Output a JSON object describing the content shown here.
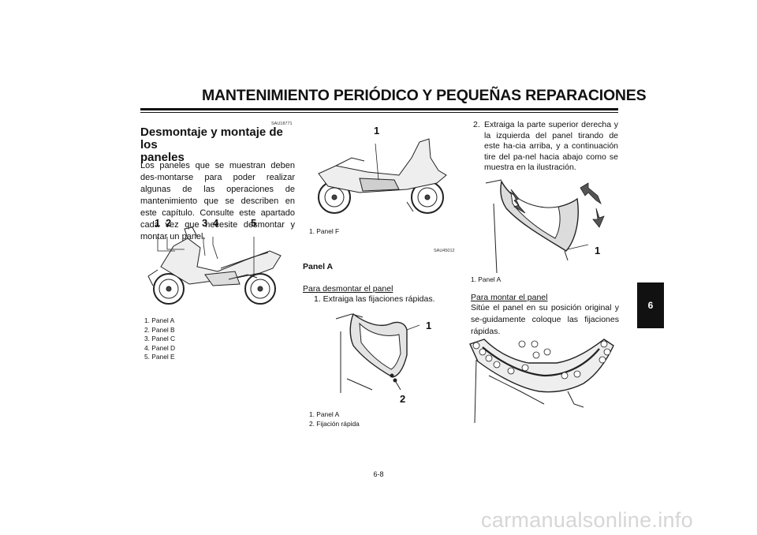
{
  "header": {
    "title": "MANTENIMIENTO PERIÓDICO Y PEQUEÑAS REPARACIONES"
  },
  "chapter_tab": "6",
  "left": {
    "code": "SAU18771",
    "heading_line1": "Desmontaje y montaje de los",
    "heading_line2": "paneles",
    "paragraph": "Los paneles que se muestran deben des-montarse para poder realizar algunas de las operaciones de mantenimiento que se describen en este capítulo. Consulte este apartado cada vez que necesite desmontar y montar un panel.",
    "callouts": [
      "1",
      "2",
      "3",
      "4",
      "5"
    ],
    "captions": [
      "1. Panel A",
      "2. Panel B",
      "3. Panel C",
      "4. Panel D",
      "5. Panel E"
    ]
  },
  "middle": {
    "callout": "1",
    "caption_f": "1. Panel F",
    "code": "SAU45012",
    "subheading": "Panel A",
    "remove_title": "Para desmontar el panel",
    "step1": "1. Extraiga las fijaciones rápidas.",
    "figure_callouts": [
      "1",
      "2"
    ],
    "captions": [
      "1. Panel A",
      "2. Fijación rápida"
    ]
  },
  "right": {
    "step2_num": "2.",
    "step2_text": "Extraiga la parte superior derecha y la izquierda del panel tirando de este ha-cia arriba, y a continuación tire del pa-nel hacia abajo como se muestra en la ilustración.",
    "figure_callout": "1",
    "caption": "1. Panel A",
    "install_title": "Para montar el panel",
    "install_text": "Sitúe el panel en su posición original y se-guidamente coloque las fijaciones rápidas."
  },
  "footer": {
    "page_number": "6-8"
  },
  "watermark": "carmanualsonline.info"
}
